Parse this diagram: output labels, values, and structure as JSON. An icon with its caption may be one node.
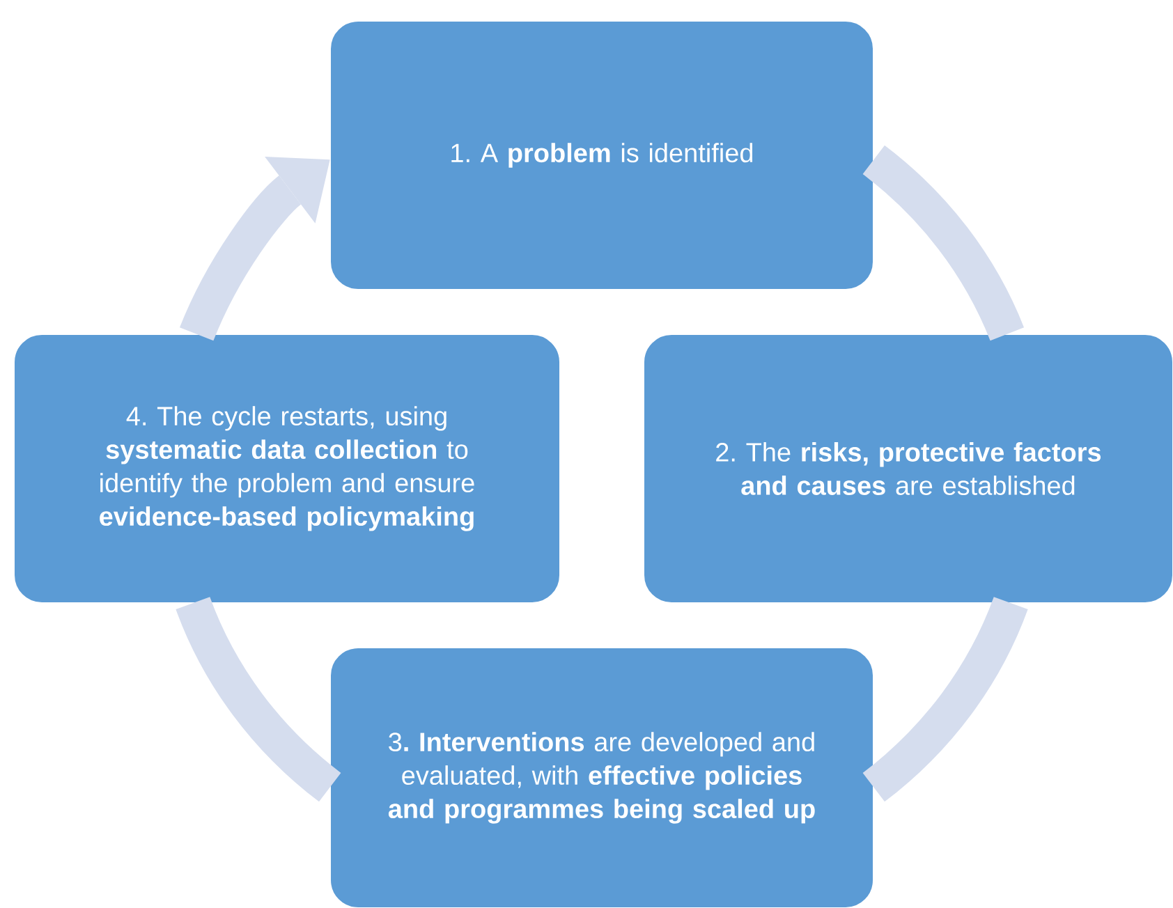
{
  "diagram": {
    "nodes": [
      {
        "text": [
          "1. A **problem** is identified"
        ]
      },
      {
        "text": [
          "2. The **risks, protective factors and causes** are established"
        ]
      },
      {
        "text": [
          "3**. Interventions** are developed and evaluated, with **effective policies and programmes being scaled up**"
        ]
      },
      {
        "text": [
          "4. The cycle restarts, using **systematic data collection** to identify the problem and ensure **evidence-based policymaking**"
        ]
      }
    ],
    "edges": [
      {
        "from": 0,
        "to": 1,
        "arrow": "none"
      },
      {
        "from": 1,
        "to": 2,
        "arrow": "none"
      },
      {
        "from": 2,
        "to": 3,
        "arrow": "none"
      },
      {
        "from": 3,
        "to": 0,
        "arrow": "to"
      }
    ]
  }
}
